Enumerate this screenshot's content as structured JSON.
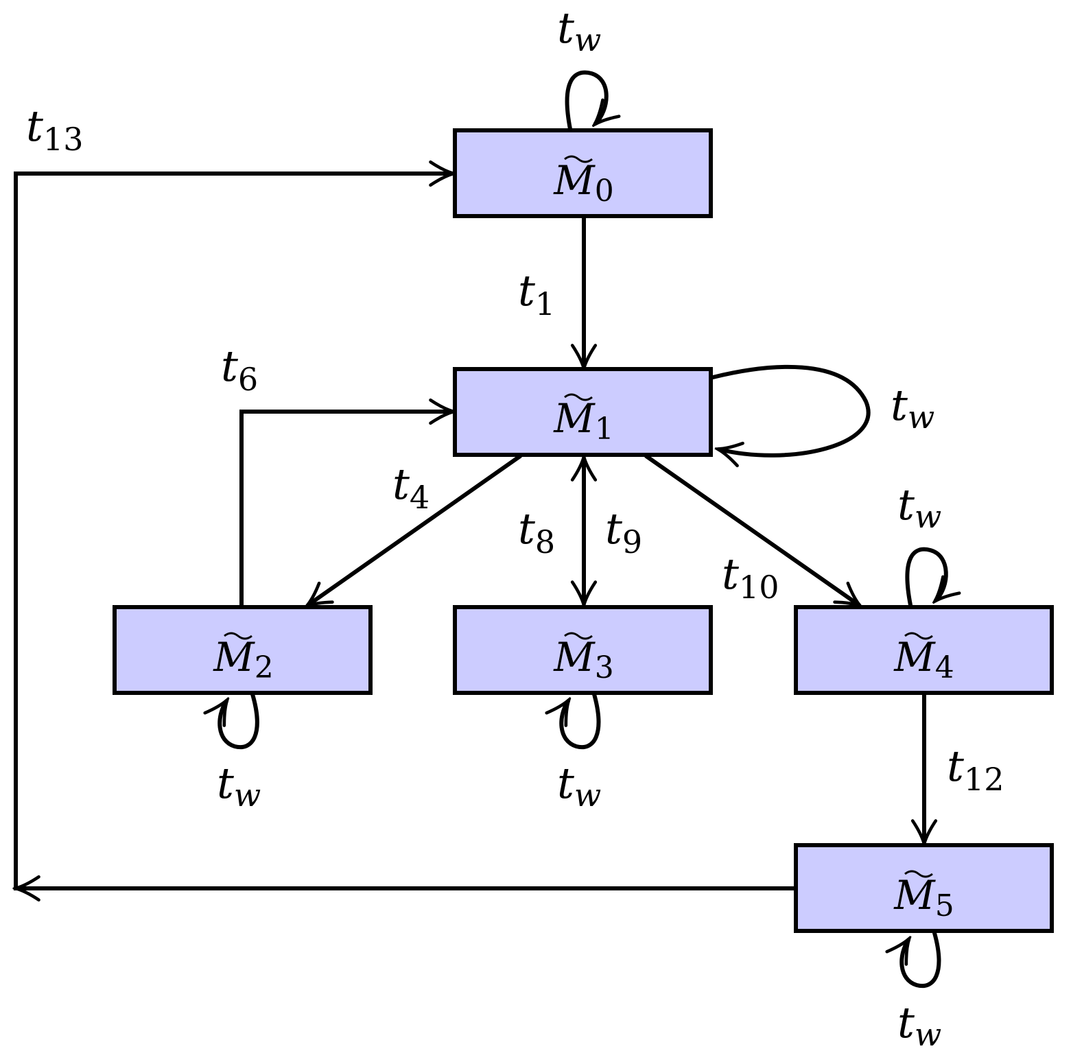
{
  "states": [
    {
      "id": "M0",
      "base": "M",
      "sub": "0"
    },
    {
      "id": "M1",
      "base": "M",
      "sub": "1"
    },
    {
      "id": "M2",
      "base": "M",
      "sub": "2"
    },
    {
      "id": "M3",
      "base": "M",
      "sub": "3"
    },
    {
      "id": "M4",
      "base": "M",
      "sub": "4"
    },
    {
      "id": "M5",
      "base": "M",
      "sub": "5"
    }
  ],
  "transitions": [
    {
      "id": "t1",
      "from": "M0",
      "to": "M1",
      "base": "t",
      "sub": "1"
    },
    {
      "id": "t4",
      "from": "M1",
      "to": "M2",
      "base": "t",
      "sub": "4"
    },
    {
      "id": "t6",
      "from": "M2",
      "to": "M1",
      "base": "t",
      "sub": "6"
    },
    {
      "id": "t8",
      "from": "M1",
      "to": "M3",
      "base": "t",
      "sub": "8"
    },
    {
      "id": "t9",
      "from": "M3",
      "to": "M1",
      "base": "t",
      "sub": "9"
    },
    {
      "id": "t10",
      "from": "M1",
      "to": "M4",
      "base": "t",
      "sub": "10"
    },
    {
      "id": "t12",
      "from": "M4",
      "to": "M5",
      "base": "t",
      "sub": "12"
    },
    {
      "id": "t13",
      "from": "M5",
      "to": "M0",
      "base": "t",
      "sub": "13"
    }
  ],
  "self_loops": [
    {
      "state": "M0",
      "base": "t",
      "sub": "w"
    },
    {
      "state": "M1",
      "base": "t",
      "sub": "w"
    },
    {
      "state": "M2",
      "base": "t",
      "sub": "w"
    },
    {
      "state": "M3",
      "base": "t",
      "sub": "w"
    },
    {
      "state": "M4",
      "base": "t",
      "sub": "w"
    },
    {
      "state": "M5",
      "base": "t",
      "sub": "w"
    }
  ]
}
